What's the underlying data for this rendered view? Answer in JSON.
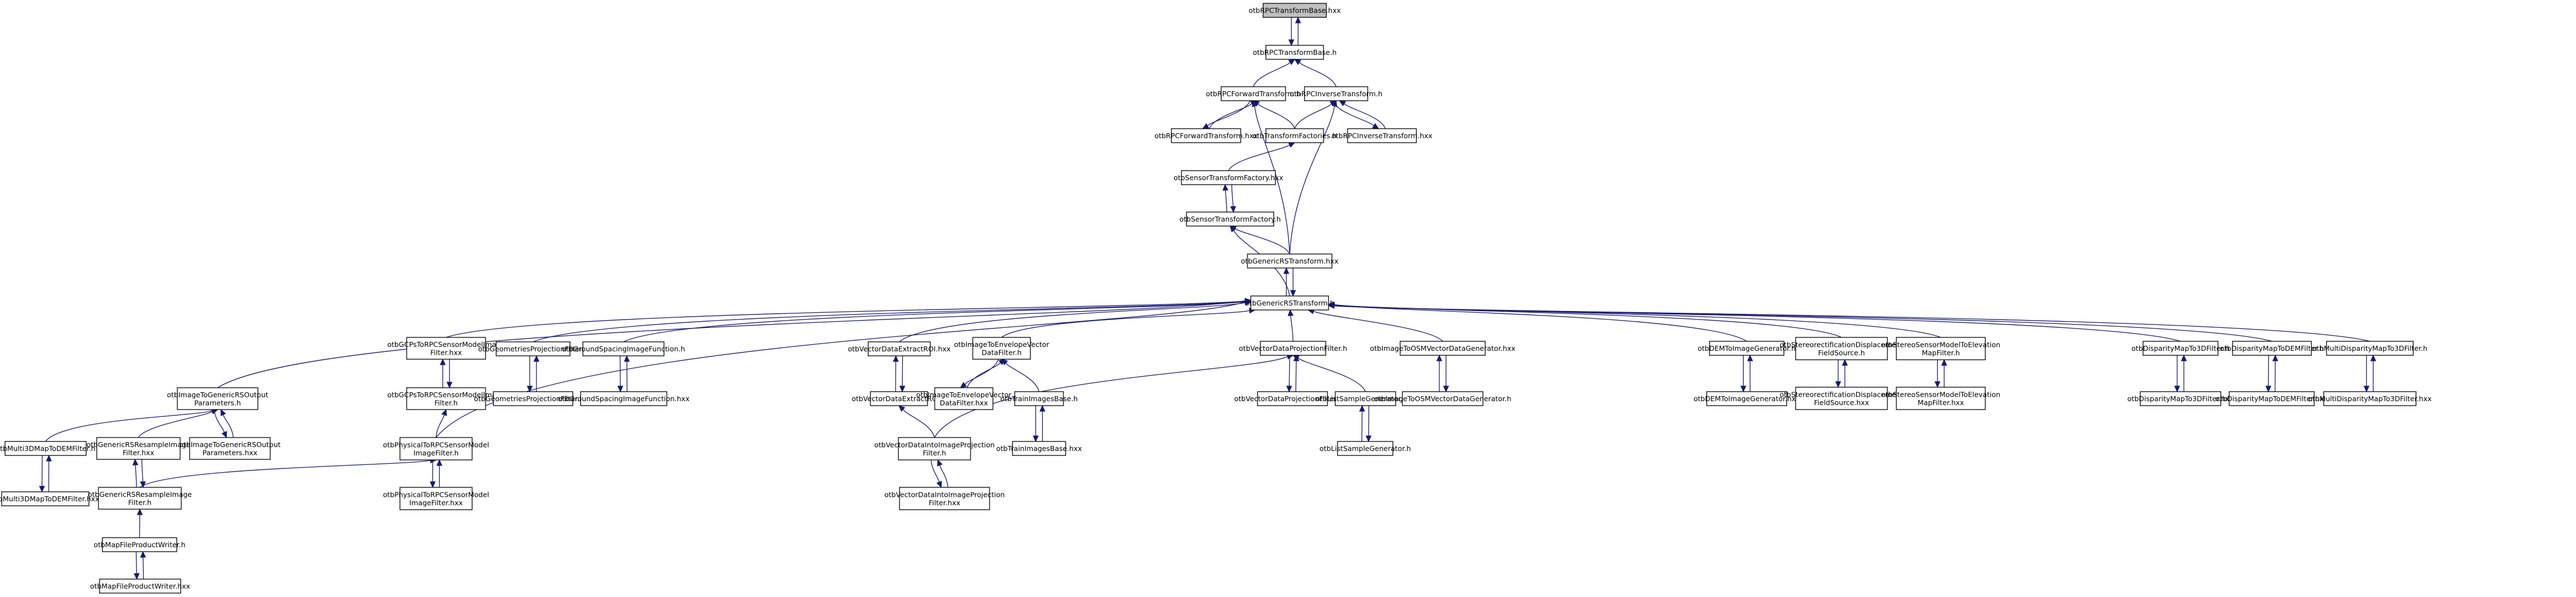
{
  "diagram": {
    "title": "otbRPCTransformBase.hxx include dependency graph",
    "colors": {
      "edge": "#191970",
      "node_border": "#000000",
      "root_fill": "#bfbfbf",
      "node_fill": "#ffffff"
    },
    "nodes": [
      {
        "id": "root",
        "lines": [
          "otbRPCTransformBase.hxx"
        ],
        "root": true
      },
      {
        "id": "rpcbase_h",
        "lines": [
          "otbRPCTransformBase.h"
        ]
      },
      {
        "id": "rpcfwd_h",
        "lines": [
          "otbRPCForwardTransform.h"
        ]
      },
      {
        "id": "rpcinv_h",
        "lines": [
          "otbRPCInverseTransform.h"
        ]
      },
      {
        "id": "rpcfwd_hxx",
        "lines": [
          "otbRPCForwardTransform.hxx"
        ]
      },
      {
        "id": "tfactories_h",
        "lines": [
          "otbTransformFactories.h"
        ]
      },
      {
        "id": "rpcinv_hxx",
        "lines": [
          "otbRPCInverseTransform.hxx"
        ]
      },
      {
        "id": "stf_hxx",
        "lines": [
          "otbSensorTransformFactory.hxx"
        ]
      },
      {
        "id": "stf_h",
        "lines": [
          "otbSensorTransformFactory.h"
        ]
      },
      {
        "id": "grst_hxx",
        "lines": [
          "otbGenericRSTransform.hxx"
        ]
      },
      {
        "id": "grst_h",
        "lines": [
          "otbGenericRSTransform.h"
        ]
      },
      {
        "id": "itgrs_h",
        "lines": [
          "otbImageToGenericRSOutput",
          "Parameters.h"
        ]
      },
      {
        "id": "gcps_hxx",
        "lines": [
          "otbGCPsToRPCSensorModelImage",
          "Filter.hxx"
        ]
      },
      {
        "id": "gcps_h",
        "lines": [
          "otbGCPsToRPCSensorModelImage",
          "Filter.h"
        ]
      },
      {
        "id": "phys_h",
        "lines": [
          "otbPhysicalToRPCSensorModel",
          "ImageFilter.h"
        ]
      },
      {
        "id": "phys_hxx",
        "lines": [
          "otbPhysicalToRPCSensorModel",
          "ImageFilter.hxx"
        ]
      },
      {
        "id": "geomproj_h",
        "lines": [
          "otbGeometriesProjectionFilter.h"
        ]
      },
      {
        "id": "geomproj_hxx",
        "lines": [
          "otbGeometriesProjectionFilter.hxx"
        ]
      },
      {
        "id": "gsif_h",
        "lines": [
          "otbGroundSpacingImageFunction.h"
        ]
      },
      {
        "id": "gsif_hxx",
        "lines": [
          "otbGroundSpacingImageFunction.hxx"
        ]
      },
      {
        "id": "vderoi_hxx",
        "lines": [
          "otbVectorDataExtractROI.hxx"
        ]
      },
      {
        "id": "vderoi_h",
        "lines": [
          "otbVectorDataExtractROI.h"
        ]
      },
      {
        "id": "itenv_h",
        "lines": [
          "otbImageToEnvelopeVector",
          "DataFilter.h"
        ]
      },
      {
        "id": "itenv_hxx",
        "lines": [
          "otbImageToEnvelopeVector",
          "DataFilter.hxx"
        ]
      },
      {
        "id": "vdpf_h",
        "lines": [
          "otbVectorDataProjectionFilter.h"
        ]
      },
      {
        "id": "vdpf_hxx",
        "lines": [
          "otbVectorDataProjectionFilter.hxx"
        ]
      },
      {
        "id": "tib_h",
        "lines": [
          "otbTrainImagesBase.h"
        ]
      },
      {
        "id": "tib_hxx",
        "lines": [
          "otbTrainImagesBase.hxx"
        ]
      },
      {
        "id": "lsg_hxx",
        "lines": [
          "otbListSampleGenerator.hxx"
        ]
      },
      {
        "id": "lsg_h",
        "lines": [
          "otbListSampleGenerator.h"
        ]
      },
      {
        "id": "vdiip_h",
        "lines": [
          "otbVectorDataIntoImageProjection",
          "Filter.h"
        ]
      },
      {
        "id": "vdiip_hxx",
        "lines": [
          "otbVectorDataIntoImageProjection",
          "Filter.hxx"
        ]
      },
      {
        "id": "itosm_hxx",
        "lines": [
          "otbImageToOSMVectorDataGenerator.hxx"
        ]
      },
      {
        "id": "itosm_h",
        "lines": [
          "otbImageToOSMVectorDataGenerator.h"
        ]
      },
      {
        "id": "dem_h",
        "lines": [
          "otbDEMToImageGenerator.h"
        ]
      },
      {
        "id": "dem_hxx",
        "lines": [
          "otbDEMToImageGenerator.hxx"
        ]
      },
      {
        "id": "srdf_h",
        "lines": [
          "otbStereorectificationDisplacement",
          "FieldSource.h"
        ]
      },
      {
        "id": "srdf_hxx",
        "lines": [
          "otbStereorectificationDisplacement",
          "FieldSource.hxx"
        ]
      },
      {
        "id": "ssm_h",
        "lines": [
          "otbStereoSensorModelToElevation",
          "MapFilter.h"
        ]
      },
      {
        "id": "ssm_hxx",
        "lines": [
          "otbStereoSensorModelToElevation",
          "MapFilter.hxx"
        ]
      },
      {
        "id": "dm3d_h",
        "lines": [
          "otbDisparityMapTo3DFilter.h"
        ]
      },
      {
        "id": "dm3d_hxx",
        "lines": [
          "otbDisparityMapTo3DFilter.hxx"
        ]
      },
      {
        "id": "dmdem_h",
        "lines": [
          "otbDisparityMapToDEMFilter.h"
        ]
      },
      {
        "id": "dmdem_hxx",
        "lines": [
          "otbDisparityMapToDEMFilter.hxx"
        ]
      },
      {
        "id": "mdm3d_h",
        "lines": [
          "otbMultiDisparityMapTo3DFilter.h"
        ]
      },
      {
        "id": "mdm3d_hxx",
        "lines": [
          "otbMultiDisparityMapTo3DFilter.hxx"
        ]
      },
      {
        "id": "itgrs_hxx",
        "lines": [
          "otbImageToGenericRSOutput",
          "Parameters.hxx"
        ]
      },
      {
        "id": "m3d_h",
        "lines": [
          "otbMulti3DMapToDEMFilter.h"
        ]
      },
      {
        "id": "m3d_hxx",
        "lines": [
          "otbMulti3DMapToDEMFilter.hxx"
        ]
      },
      {
        "id": "grsr_hxx",
        "lines": [
          "otbGenericRSResampleImage",
          "Filter.hxx"
        ]
      },
      {
        "id": "grsr_h",
        "lines": [
          "otbGenericRSResampleImage",
          "Filter.h"
        ]
      },
      {
        "id": "mfpw_h",
        "lines": [
          "otbMapFileProductWriter.h"
        ]
      },
      {
        "id": "mfpw_hxx",
        "lines": [
          "otbMapFileProductWriter.hxx"
        ]
      }
    ],
    "edges": [
      [
        "rpcbase_h",
        "root"
      ],
      [
        "root",
        "rpcbase_h"
      ],
      [
        "rpcfwd_h",
        "rpcbase_h"
      ],
      [
        "rpcinv_h",
        "rpcbase_h"
      ],
      [
        "rpcfwd_hxx",
        "rpcfwd_h"
      ],
      [
        "rpcfwd_h",
        "rpcfwd_hxx"
      ],
      [
        "tfactories_h",
        "rpcfwd_h"
      ],
      [
        "grst_hxx",
        "rpcfwd_h"
      ],
      [
        "tfactories_h",
        "rpcinv_h"
      ],
      [
        "grst_hxx",
        "rpcinv_h"
      ],
      [
        "rpcinv_hxx",
        "rpcinv_h"
      ],
      [
        "rpcinv_h",
        "rpcinv_hxx"
      ],
      [
        "stf_hxx",
        "tfactories_h"
      ],
      [
        "stf_h",
        "stf_hxx"
      ],
      [
        "stf_hxx",
        "stf_h"
      ],
      [
        "grst_hxx",
        "stf_h"
      ],
      [
        "grst_h",
        "stf_h"
      ],
      [
        "grst_h",
        "grst_hxx"
      ],
      [
        "grst_hxx",
        "grst_h"
      ],
      [
        "itgrs_h",
        "grst_h"
      ],
      [
        "phys_h",
        "grst_h"
      ],
      [
        "gcps_hxx",
        "grst_h"
      ],
      [
        "geomproj_h",
        "grst_h"
      ],
      [
        "gsif_h",
        "grst_h"
      ],
      [
        "vderoi_hxx",
        "grst_h"
      ],
      [
        "itenv_h",
        "grst_h"
      ],
      [
        "vdpf_h",
        "grst_h"
      ],
      [
        "itosm_hxx",
        "grst_h"
      ],
      [
        "dem_h",
        "grst_h"
      ],
      [
        "srdf_h",
        "grst_h"
      ],
      [
        "ssm_h",
        "grst_h"
      ],
      [
        "dm3d_h",
        "grst_h"
      ],
      [
        "dmdem_h",
        "grst_h"
      ],
      [
        "mdm3d_h",
        "grst_h"
      ],
      [
        "gcps_h",
        "gcps_hxx"
      ],
      [
        "gcps_hxx",
        "gcps_h"
      ],
      [
        "phys_h",
        "gcps_h"
      ],
      [
        "phys_hxx",
        "phys_h"
      ],
      [
        "phys_h",
        "phys_hxx"
      ],
      [
        "geomproj_hxx",
        "geomproj_h"
      ],
      [
        "geomproj_h",
        "geomproj_hxx"
      ],
      [
        "gsif_hxx",
        "gsif_h"
      ],
      [
        "gsif_h",
        "gsif_hxx"
      ],
      [
        "vderoi_h",
        "vderoi_hxx"
      ],
      [
        "vderoi_hxx",
        "vderoi_h"
      ],
      [
        "vdiip_h",
        "vderoi_h"
      ],
      [
        "itenv_hxx",
        "itenv_h"
      ],
      [
        "itenv_h",
        "itenv_hxx"
      ],
      [
        "tib_h",
        "itenv_h"
      ],
      [
        "tib_hxx",
        "tib_h"
      ],
      [
        "tib_h",
        "tib_hxx"
      ],
      [
        "vdpf_hxx",
        "vdpf_h"
      ],
      [
        "vdpf_h",
        "vdpf_hxx"
      ],
      [
        "lsg_hxx",
        "vdpf_h"
      ],
      [
        "vdiip_h",
        "vdpf_h"
      ],
      [
        "lsg_h",
        "lsg_hxx"
      ],
      [
        "lsg_hxx",
        "lsg_h"
      ],
      [
        "vdiip_hxx",
        "vdiip_h"
      ],
      [
        "vdiip_h",
        "vdiip_hxx"
      ],
      [
        "itosm_h",
        "itosm_hxx"
      ],
      [
        "itosm_hxx",
        "itosm_h"
      ],
      [
        "dem_hxx",
        "dem_h"
      ],
      [
        "dem_h",
        "dem_hxx"
      ],
      [
        "srdf_hxx",
        "srdf_h"
      ],
      [
        "srdf_h",
        "srdf_hxx"
      ],
      [
        "ssm_hxx",
        "ssm_h"
      ],
      [
        "ssm_h",
        "ssm_hxx"
      ],
      [
        "dm3d_hxx",
        "dm3d_h"
      ],
      [
        "dm3d_h",
        "dm3d_hxx"
      ],
      [
        "dmdem_hxx",
        "dmdem_h"
      ],
      [
        "dmdem_h",
        "dmdem_hxx"
      ],
      [
        "mdm3d_hxx",
        "mdm3d_h"
      ],
      [
        "mdm3d_h",
        "mdm3d_hxx"
      ],
      [
        "m3d_h",
        "itgrs_h"
      ],
      [
        "grsr_hxx",
        "itgrs_h"
      ],
      [
        "itgrs_hxx",
        "itgrs_h"
      ],
      [
        "itgrs_h",
        "itgrs_hxx"
      ],
      [
        "m3d_hxx",
        "m3d_h"
      ],
      [
        "m3d_h",
        "m3d_hxx"
      ],
      [
        "grsr_h",
        "grsr_hxx"
      ],
      [
        "grsr_hxx",
        "grsr_h"
      ],
      [
        "grsr_h",
        "phys_h"
      ],
      [
        "mfpw_h",
        "grsr_h"
      ],
      [
        "mfpw_hxx",
        "mfpw_h"
      ],
      [
        "mfpw_h",
        "mfpw_hxx"
      ]
    ]
  }
}
